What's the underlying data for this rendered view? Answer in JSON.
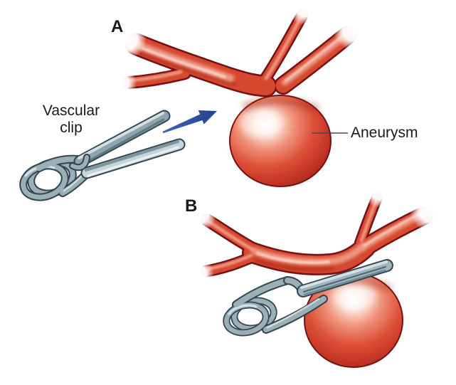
{
  "figure": {
    "description": "Two-panel medical illustration of vascular clip applied to an aneurysm",
    "panels": {
      "a": {
        "letter": "A"
      },
      "b": {
        "letter": "B"
      }
    },
    "labels": {
      "vascular_clip_line1": "Vascular",
      "vascular_clip_line2": "clip",
      "aneurysm": "Aneurysm"
    },
    "colors": {
      "background": "#ffffff",
      "vessel_red": "#d6492f",
      "vessel_red_dark": "#8e1c1c",
      "vessel_outline": "#771013",
      "vessel_highlight": "#f09d89",
      "vessel_highlight_bright": "#fcd9cc",
      "clip_metal": "#9fb4bc",
      "clip_metal_light": "#d8e2e6",
      "clip_metal_dark": "#5b747f",
      "clip_outline": "#33454e",
      "arrow_blue": "#2b4da5",
      "label_text": "#1a1a1a",
      "leader_line": "#4a4a4a"
    }
  }
}
